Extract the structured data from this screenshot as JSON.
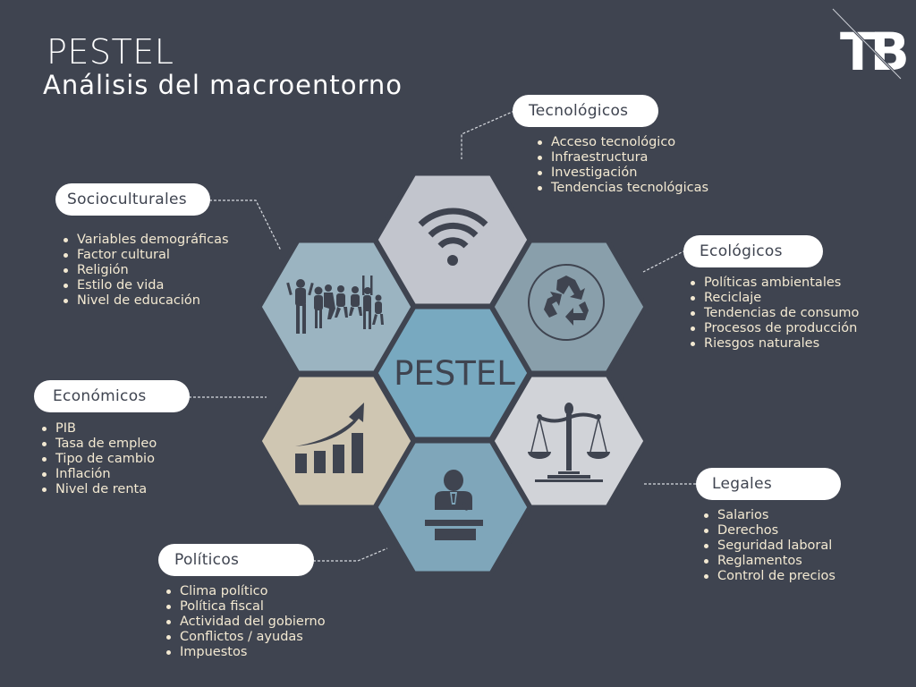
{
  "header": {
    "title": "PESTEL",
    "subtitle": "Análisis del macroentorno"
  },
  "logo": {
    "text": "TB",
    "icon": "tb-logo"
  },
  "center": {
    "label": "PESTEL",
    "color": "#78a9c0"
  },
  "colors": {
    "background": "#3f4450",
    "pill_bg": "#ffffff",
    "item_text": "#f3e9d2",
    "icon": "#3f4450"
  },
  "factors": {
    "tecnologicos": {
      "label": "Tecnológicos",
      "icon": "wifi-icon",
      "hex_color": "#c2c5cd",
      "items": [
        "Acceso tecnológico",
        "Infraestructura",
        "Investigación",
        "Tendencias tecnológicas"
      ]
    },
    "socioculturales": {
      "label": "Socioculturales",
      "icon": "people-jumping-icon",
      "hex_color": "#9bb4c1",
      "items": [
        "Variables demográficas",
        "Factor cultural",
        "Religión",
        "Estilo de vida",
        "Nivel de educación"
      ]
    },
    "ecologicos": {
      "label": "Ecológicos",
      "icon": "recycle-icon",
      "hex_color": "#899fab",
      "items": [
        "Políticas ambientales",
        "Reciclaje",
        "Tendencias de consumo",
        "Procesos de producción",
        "Riesgos naturales"
      ]
    },
    "economicos": {
      "label": "Económicos",
      "icon": "growth-chart-icon",
      "hex_color": "#cfc6b2",
      "items": [
        "PIB",
        "Tasa de empleo",
        "Tipo de cambio",
        "Inflación",
        "Nivel de renta"
      ]
    },
    "legales": {
      "label": "Legales",
      "icon": "scales-of-justice-icon",
      "hex_color": "#d1d3d8",
      "items": [
        "Salarios",
        "Derechos",
        "Seguridad laboral",
        "Reglamentos",
        "Control de precios"
      ]
    },
    "politicos": {
      "label": "Políticos",
      "icon": "speaker-podium-icon",
      "hex_color": "#7fa6ba",
      "items": [
        "Clima político",
        "Política fiscal",
        "Actividad del gobierno",
        "Conflictos / ayudas",
        "Impuestos"
      ]
    }
  }
}
